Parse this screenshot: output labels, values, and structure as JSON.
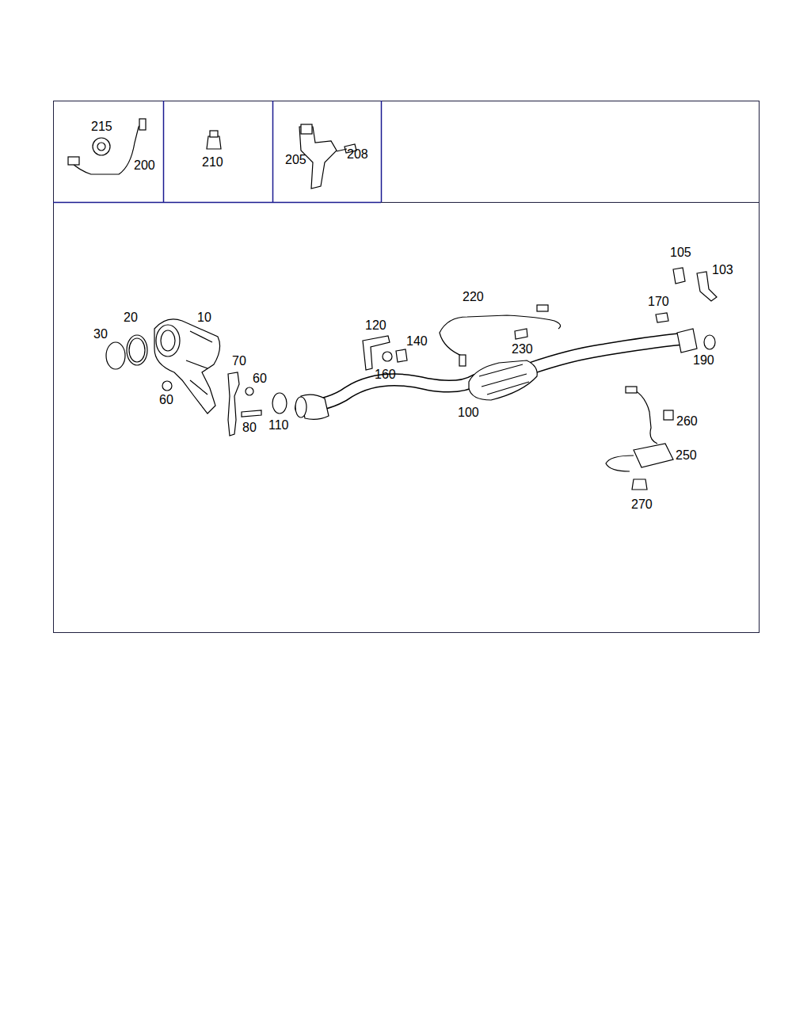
{
  "diagram": {
    "nodes": [
      {
        "text": [
          "215",
          "200"
        ]
      },
      {
        "text": [
          "210"
        ]
      },
      {
        "text": [
          "205",
          "208"
        ]
      }
    ],
    "labels": [
      "105",
      "103",
      "220",
      "170",
      "120",
      "20",
      "10",
      "140",
      "30",
      "230",
      "190",
      "160",
      "70",
      "60",
      "60",
      "80",
      "110",
      "100",
      "260",
      "250",
      "270"
    ]
  }
}
